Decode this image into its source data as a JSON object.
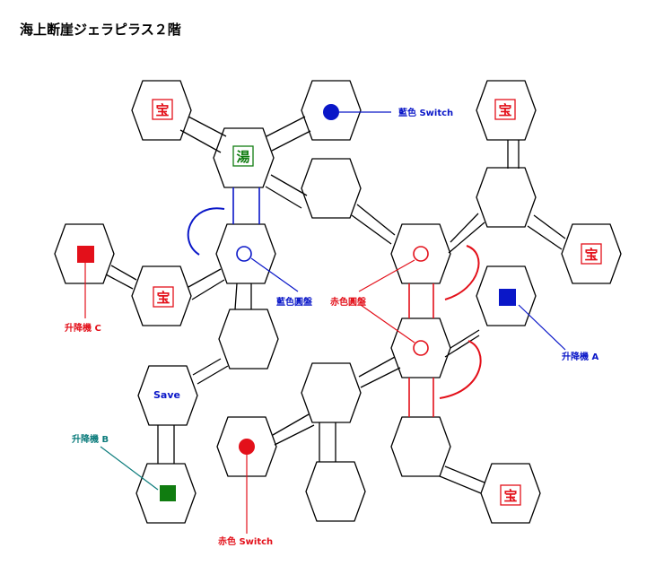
{
  "title": "海上断崖ジェラピラス２階",
  "colors": {
    "blue": "#0a17c8",
    "red": "#e3101a",
    "green": "#107c10",
    "teal": "#0c7c7c",
    "wall": "#000000"
  },
  "icons": {
    "treasure": "宝",
    "hot_spring": "湯"
  },
  "labels": {
    "blue_switch": "藍色 Switch",
    "red_switch": "赤色 Switch",
    "blue_plate": "藍色圓盤",
    "red_plate": "赤色圓盤",
    "lift_a": "升降機 A",
    "lift_b": "升降機 B",
    "lift_c": "升降機 C",
    "save": "Save"
  }
}
